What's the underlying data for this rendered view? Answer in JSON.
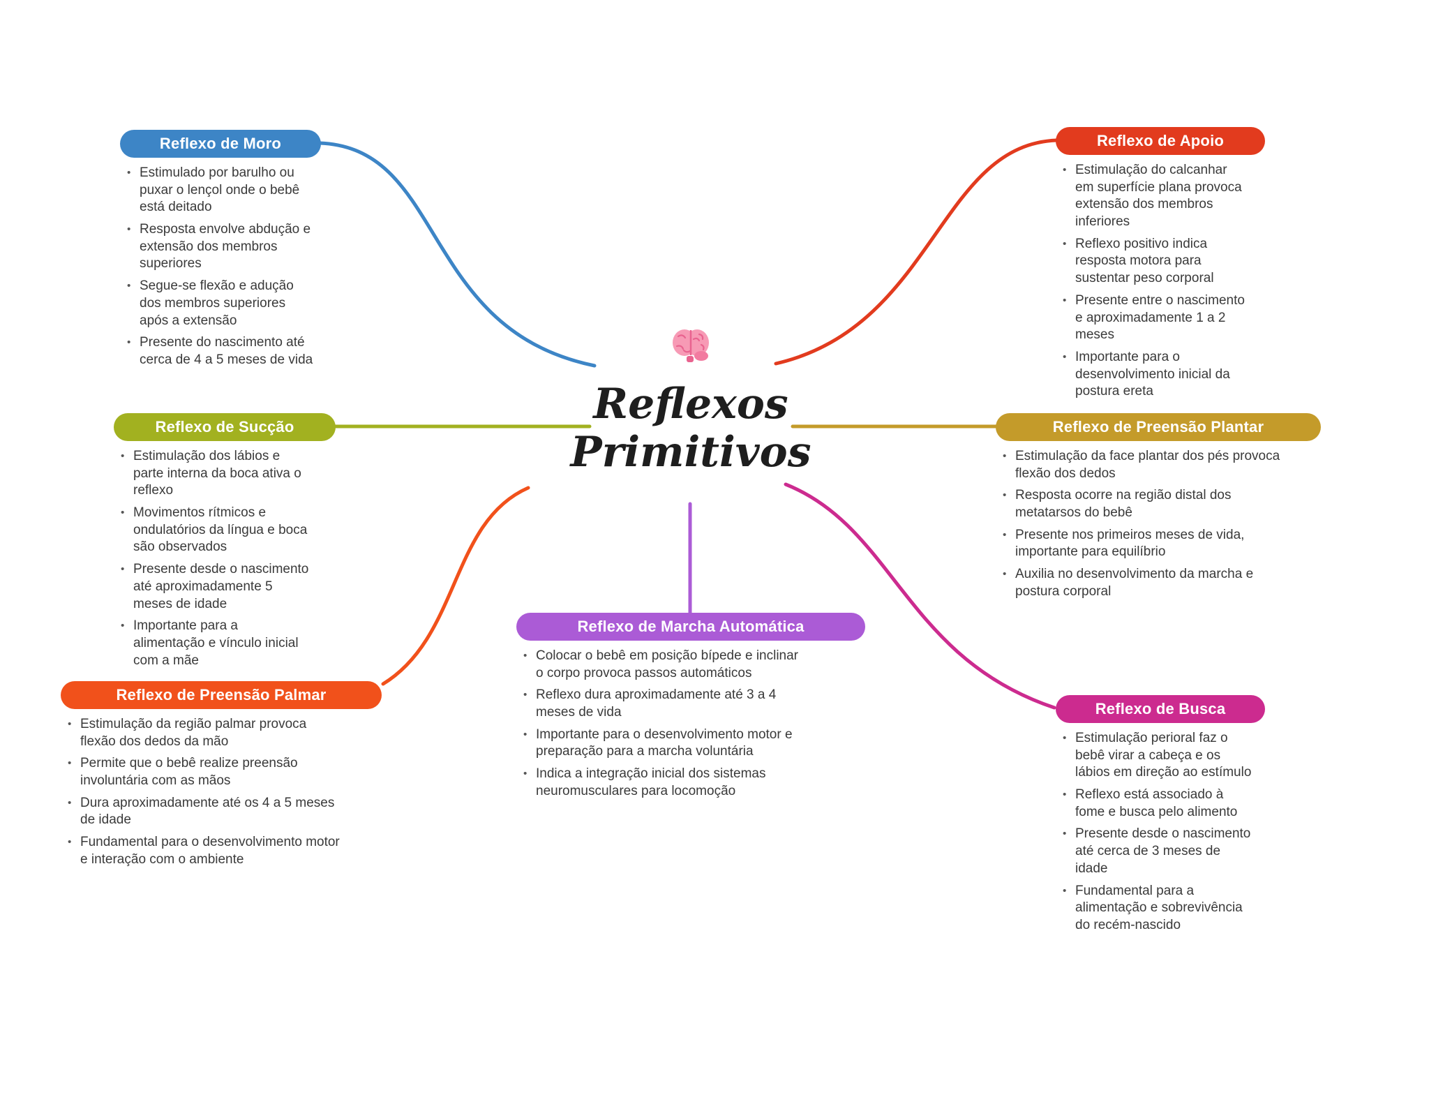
{
  "center": {
    "title_line1": "Reflexos",
    "title_line2": "Primitivos",
    "icon": "brain-icon"
  },
  "nodes": [
    {
      "id": "moro",
      "label": "Reflexo de Moro",
      "color": "#3d85c6",
      "bullets": [
        "Estimulado por barulho ou puxar o lençol onde o bebê está deitado",
        "Resposta envolve abdução e extensão dos membros superiores",
        "Segue-se flexão e adução dos membros superiores após a extensão",
        "Presente do nascimento até cerca de 4 a 5 meses de vida"
      ]
    },
    {
      "id": "succao",
      "label": "Reflexo de Sucção",
      "color": "#a2b120",
      "bullets": [
        "Estimulação dos lábios e parte interna da boca ativa o reflexo",
        "Movimentos rítmicos e ondulatórios da língua e boca são observados",
        "Presente desde o nascimento até aproximadamente 5 meses de idade",
        "Importante para a alimentação e vínculo inicial com a mãe"
      ]
    },
    {
      "id": "preensao-palmar",
      "label": "Reflexo de Preensão Palmar",
      "color": "#f1511b",
      "bullets": [
        "Estimulação da região palmar provoca flexão dos dedos da mão",
        "Permite que o bebê realize preensão involuntária com as mãos",
        "Dura aproximadamente até os 4 a 5 meses de idade",
        "Fundamental para o desenvolvimento motor e interação com o ambiente"
      ]
    },
    {
      "id": "apoio",
      "label": "Reflexo de Apoio",
      "color": "#e23b1e",
      "bullets": [
        "Estimulação do calcanhar em superfície plana provoca extensão dos membros inferiores",
        "Reflexo positivo indica resposta motora para sustentar peso corporal",
        "Presente entre o nascimento e aproximadamente 1 a 2 meses",
        "Importante para o desenvolvimento inicial da postura ereta"
      ]
    },
    {
      "id": "preensao-plantar",
      "label": "Reflexo de Preensão Plantar",
      "color": "#c49b2a",
      "bullets": [
        "Estimulação da face plantar dos pés provoca flexão dos dedos",
        "Resposta ocorre na região distal dos metatarsos do bebê",
        "Presente nos primeiros meses de vida, importante para equilíbrio",
        "Auxilia no desenvolvimento da marcha e postura corporal"
      ]
    },
    {
      "id": "busca",
      "label": "Reflexo de Busca",
      "color": "#cc2b8f",
      "bullets": [
        "Estimulação perioral faz o bebê virar a cabeça e os lábios em direção ao estímulo",
        "Reflexo está associado à fome e busca pelo alimento",
        "Presente desde o nascimento até cerca de 3 meses de idade",
        "Fundamental para a alimentação e sobrevivência do recém-nascido"
      ]
    },
    {
      "id": "marcha-automatica",
      "label": "Reflexo de Marcha Automática",
      "color": "#ab5bd6",
      "bullets": [
        "Colocar o bebê em posição bípede e inclinar o corpo provoca passos automáticos",
        "Reflexo dura aproximadamente até 3 a 4 meses de vida",
        "Importante para o desenvolvimento motor e preparação para a marcha voluntária",
        "Indica a integração inicial dos sistemas neuromusculares para locomoção"
      ]
    }
  ]
}
